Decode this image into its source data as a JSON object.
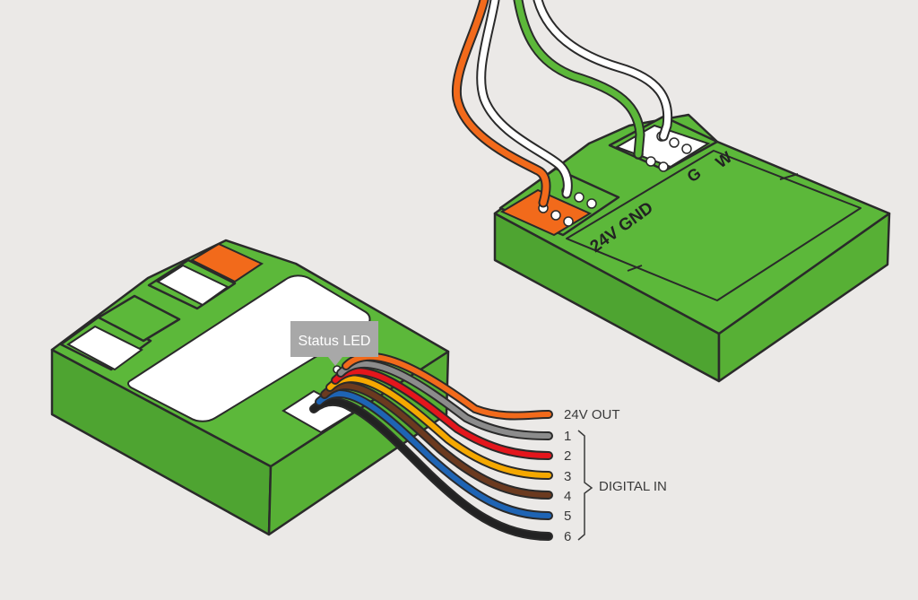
{
  "diagram": {
    "colors": {
      "background": "#ebe9e7",
      "housing": "#5cb83a",
      "housing_side": "#4ea431",
      "outline": "#2a2a2a",
      "orange": "#f26a1b",
      "white_wire": "#ffffff",
      "green_wire": "#5cb83a",
      "gray_wire": "#8c8c8c",
      "red_wire": "#e4161c",
      "yellow_wire": "#f5a800",
      "brown_wire": "#6b3a1f",
      "blue_wire": "#1e64b4",
      "black_wire": "#222222",
      "callout": "#a8a8a8"
    },
    "callout": {
      "label": "Status LED"
    },
    "terminal_labels": {
      "power": "24V GND",
      "g": "G",
      "w": "W"
    },
    "wires": [
      {
        "label": "24V OUT",
        "color": "orange"
      },
      {
        "label": "1",
        "color": "gray"
      },
      {
        "label": "2",
        "color": "red"
      },
      {
        "label": "3",
        "color": "yellow"
      },
      {
        "label": "4",
        "color": "brown"
      },
      {
        "label": "5",
        "color": "blue"
      },
      {
        "label": "6",
        "color": "black"
      }
    ],
    "group_label": "DIGITAL IN"
  }
}
